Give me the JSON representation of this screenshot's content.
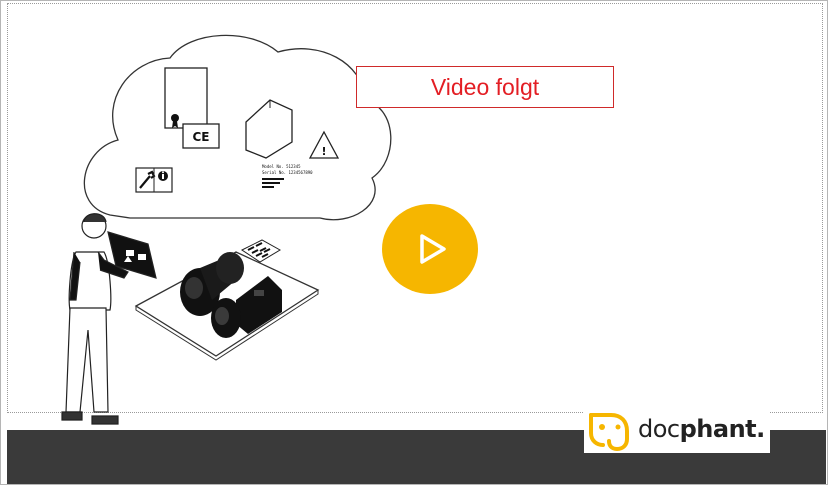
{
  "video": {
    "placeholder_label": "Video folgt",
    "play_icon": "play-icon",
    "accent_color": "#f6b600",
    "label_color": "#e31e24"
  },
  "illustration": {
    "ce_mark": "CE",
    "nameplate_line1": "Model No. 512345",
    "nameplate_line2": "Serial No. 1234567890",
    "icons": [
      "document-icon",
      "ce-icon",
      "tools-icon",
      "info-icon",
      "warning-icon",
      "nameplate-icon",
      "qr-code-icon",
      "camera-device-icon"
    ]
  },
  "branding": {
    "logo_text_regular": "doc",
    "logo_text_bold": "phant.",
    "logo_color": "#f6b600",
    "bar_color": "#3a3a3a"
  }
}
